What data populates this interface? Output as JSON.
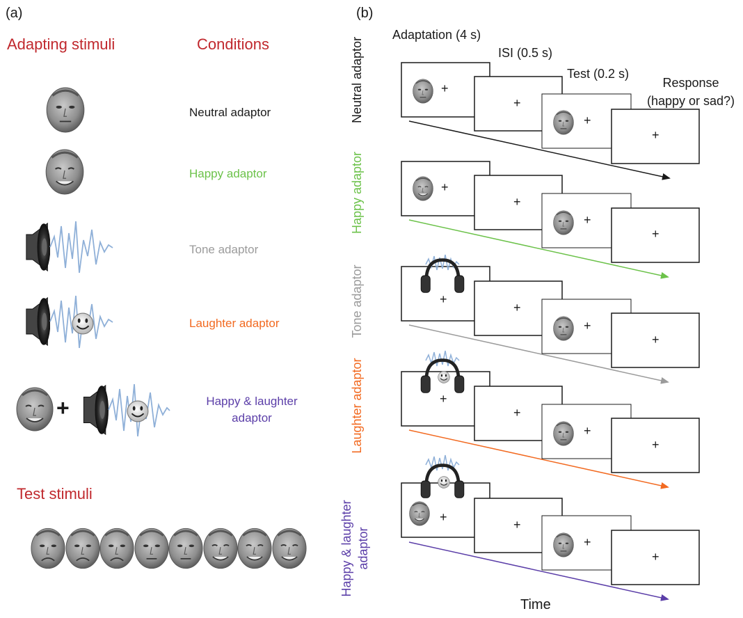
{
  "panel_a": {
    "label": "(a)",
    "adapting_title": "Adapting stimuli",
    "conditions_title": "Conditions",
    "conditions": [
      {
        "label": "Neutral adaptor",
        "color": "#1a1a1a"
      },
      {
        "label": "Happy adaptor",
        "color": "#6cc24a"
      },
      {
        "label": "Tone adaptor",
        "color": "#9b9b9b"
      },
      {
        "label": "Laughter adaptor",
        "color": "#f26a21"
      },
      {
        "label_line1": "Happy & laughter",
        "label_line2": "adaptor",
        "color": "#5b3ea8"
      }
    ],
    "plus_symbol": "+",
    "test_title": "Test stimuli",
    "test_faces_count": 8
  },
  "panel_b": {
    "label": "(b)",
    "phases": {
      "adaptation": "Adaptation (4 s)",
      "isi": "ISI (0.5 s)",
      "test": "Test (0.2 s)",
      "response_line1": "Response",
      "response_line2": "(happy or sad?)"
    },
    "rows": [
      {
        "label": "Neutral adaptor",
        "color": "#1a1a1a"
      },
      {
        "label": "Happy adaptor",
        "color": "#6cc24a"
      },
      {
        "label": "Tone adaptor",
        "color": "#9b9b9b"
      },
      {
        "label": "Laughter adaptor",
        "color": "#f26a21"
      },
      {
        "label_line1": "Happy & laughter",
        "label_line2": "adaptor",
        "color": "#5b3ea8"
      }
    ],
    "fixation": "+",
    "time_label": "Time"
  },
  "colors": {
    "heading_red": "#c0282d"
  }
}
